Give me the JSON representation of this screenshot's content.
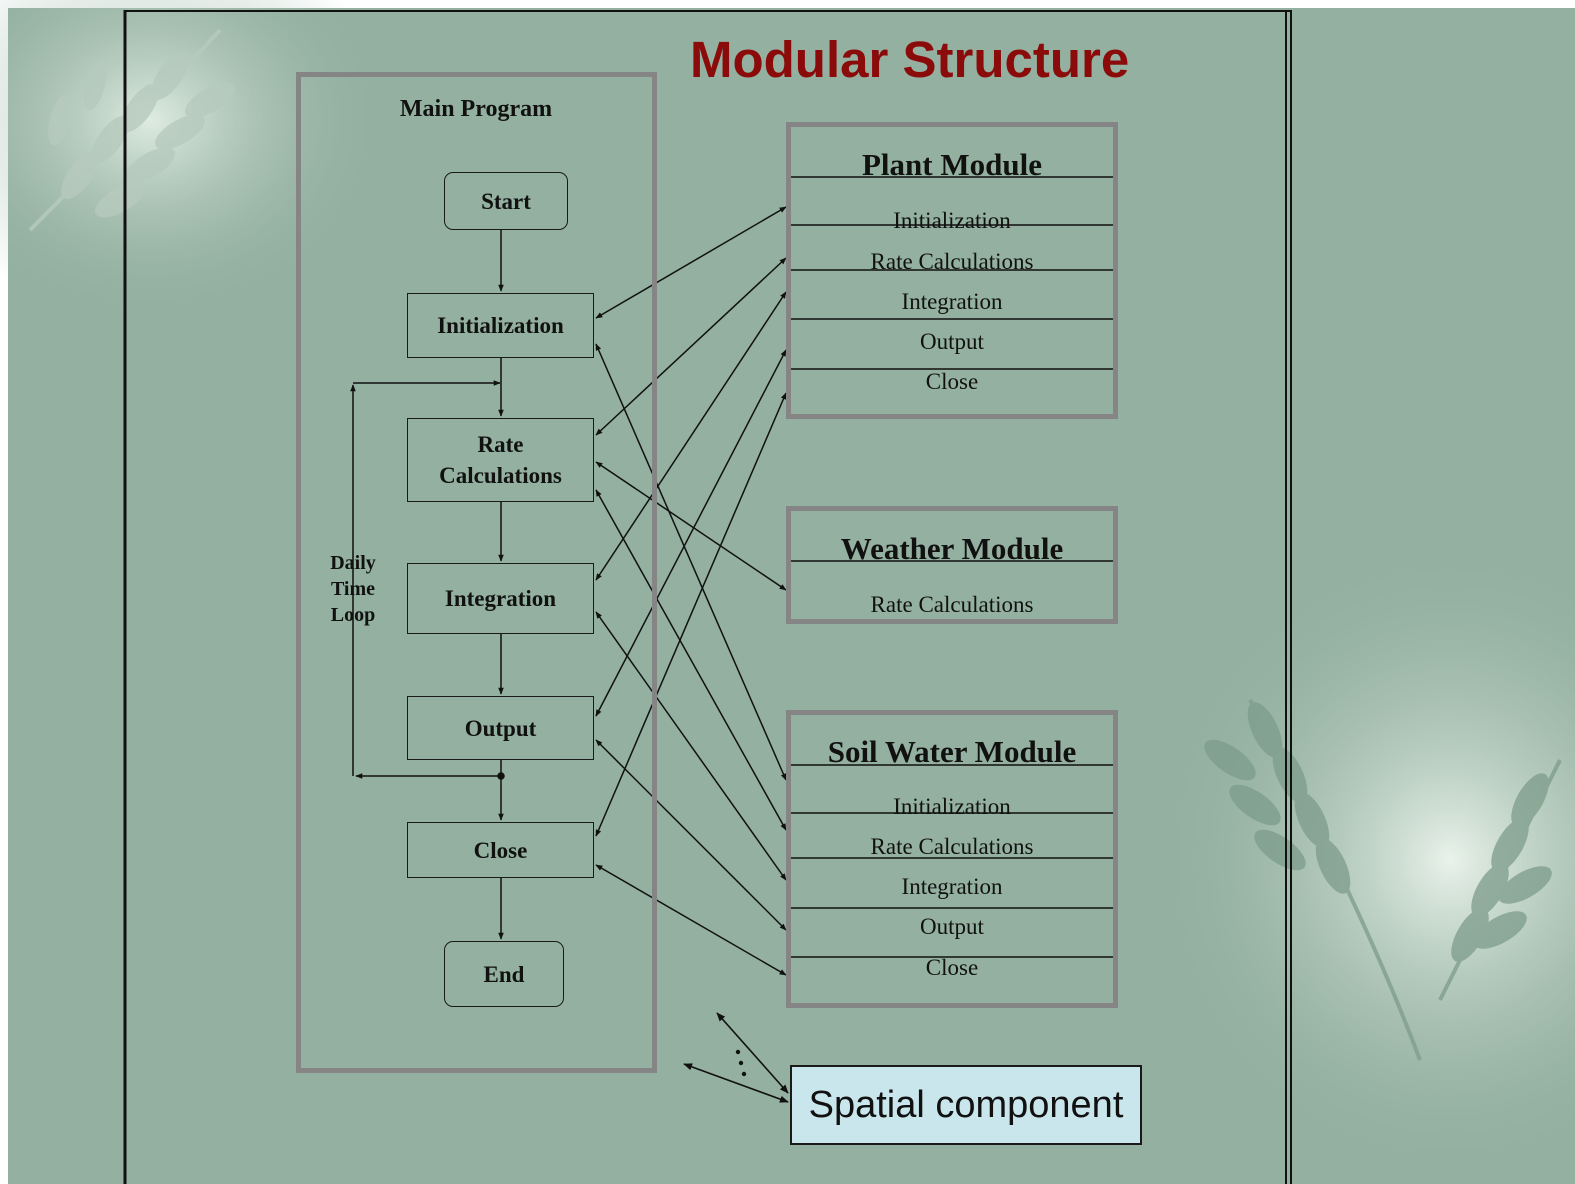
{
  "title": "Modular Structure",
  "main_program": {
    "label": "Main Program",
    "steps": {
      "start": "Start",
      "initialization": "Initialization",
      "rate_calculations": "Rate Calculations",
      "integration": "Integration",
      "output": "Output",
      "close": "Close",
      "end": "End"
    },
    "loop_label": "Daily Time Loop"
  },
  "plant_module": {
    "title": "Plant Module",
    "rows": [
      "Initialization",
      "Rate Calculations",
      "Integration",
      "Output",
      "Close"
    ]
  },
  "weather_module": {
    "title": "Weather Module",
    "rows": [
      "Rate Calculations"
    ]
  },
  "soil_water_module": {
    "title": "Soil Water Module",
    "rows": [
      "Initialization",
      "Rate Calculations",
      "Integration",
      "Output",
      "Close"
    ]
  },
  "spatial_component": "Spatial component",
  "colors": {
    "background": "#93b0a0",
    "title": "#8b0b0b",
    "frame": "#858585",
    "spatial_fill": "#c8e6ec"
  }
}
